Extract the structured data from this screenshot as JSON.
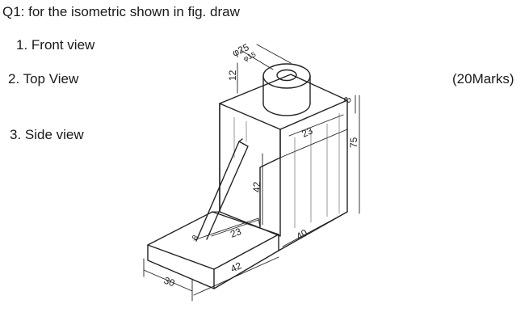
{
  "question": "Q1: for the isometric shown in fig. draw",
  "items": [
    "1. Front view",
    "2.  Top View",
    "3. Side view"
  ],
  "marks": "(20Marks)",
  "dimensions": {
    "d_outer": "φ25",
    "d_inner": "φ15",
    "boss_height": "12",
    "top_thickness": "8",
    "top_depth": "23",
    "total_height": "75",
    "rib_height": "42",
    "base_inner": "23",
    "base_length": "40",
    "base_depth": "42",
    "base_width": "30",
    "rib_thk": "8"
  }
}
